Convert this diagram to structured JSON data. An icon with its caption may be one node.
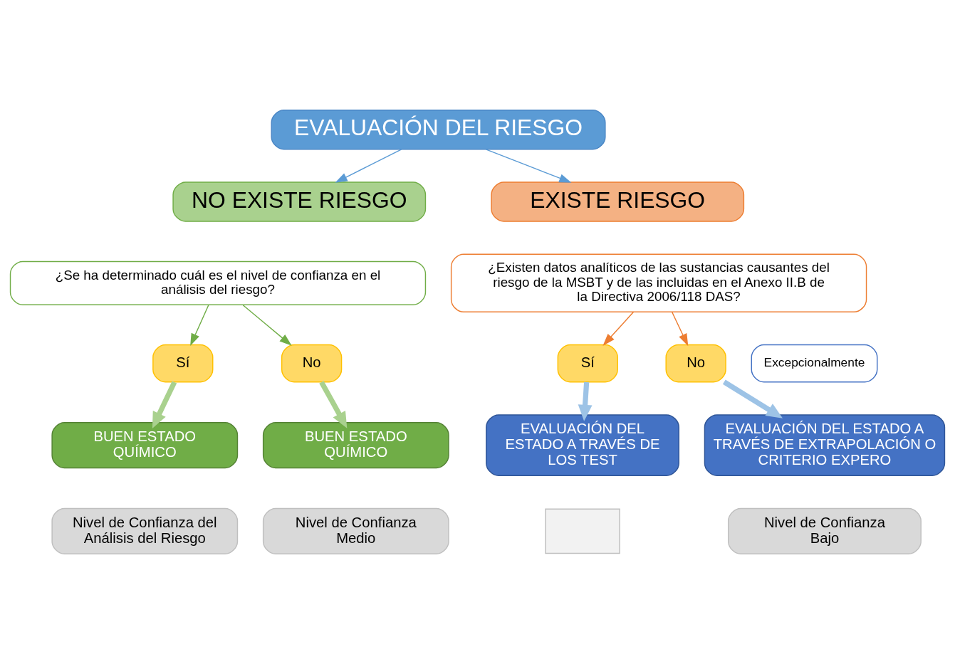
{
  "diagram": {
    "nodes": [
      {
        "text": [
          "EVALUACIÓN DEL RIESGO"
        ]
      },
      {
        "text": [
          "NO EXISTE RIESGO"
        ]
      },
      {
        "text": [
          "EXISTE RIESGO"
        ]
      },
      {
        "text": [
          "¿Se ha determinado cuál es el nivel de confianza en el análisis del riesgo?"
        ]
      },
      {
        "text": [
          "¿Existen datos analíticos de las sustancias causantes del riesgo de la MSBT y de las incluidas en el Anexo II.B de la Directiva 2006/118 DAS?"
        ]
      },
      {
        "text": [
          "Sí"
        ]
      },
      {
        "text": [
          "No"
        ]
      },
      {
        "text": [
          "Sí"
        ]
      },
      {
        "text": [
          "No"
        ]
      },
      {
        "text": [
          "Excepcionalmente"
        ]
      },
      {
        "text": [
          "BUEN ESTADO QUÍMICO"
        ]
      },
      {
        "text": [
          "BUEN ESTADO QUÍMICO"
        ]
      },
      {
        "text": [
          "EVALUACIÓN DEL ESTADO A TRAVÉS DE LOS TEST"
        ]
      },
      {
        "text": [
          "EVALUACIÓN DEL ESTADO A TRAVÉS DE EXTRAPOLACIÓN O CRITERIO EXPERO"
        ]
      },
      {
        "text": [
          "Nivel de Confianza del Análisis del Riesgo"
        ]
      },
      {
        "text": [
          "Nivel de Confianza Medio"
        ]
      },
      {
        "text": [],
        "shape": "box"
      },
      {
        "text": [
          "Nivel de Confianza Bajo"
        ]
      }
    ],
    "edges": [
      {
        "from": 0,
        "to": 1,
        "arrow": "to",
        "color": "#5b9bd5"
      },
      {
        "from": 0,
        "to": 2,
        "arrow": "to",
        "color": "#5b9bd5"
      },
      {
        "from": 3,
        "to": 5,
        "arrow": "to",
        "color": "#70ad47"
      },
      {
        "from": 3,
        "to": 6,
        "arrow": "to",
        "color": "#70ad47"
      },
      {
        "from": 4,
        "to": 7,
        "arrow": "to",
        "color": "#ed7d31"
      },
      {
        "from": 4,
        "to": 8,
        "arrow": "to",
        "color": "#ed7d31"
      },
      {
        "from": 5,
        "to": 10,
        "arrow": "to",
        "style": "thick",
        "color": "#a9d18e"
      },
      {
        "from": 6,
        "to": 11,
        "arrow": "to",
        "style": "thick",
        "color": "#a9d18e"
      },
      {
        "from": 7,
        "to": 12,
        "arrow": "to",
        "style": "thick",
        "color": "#9dc3e6"
      },
      {
        "from": 8,
        "to": 13,
        "arrow": "to",
        "style": "thick",
        "color": "#9dc3e6"
      }
    ]
  }
}
